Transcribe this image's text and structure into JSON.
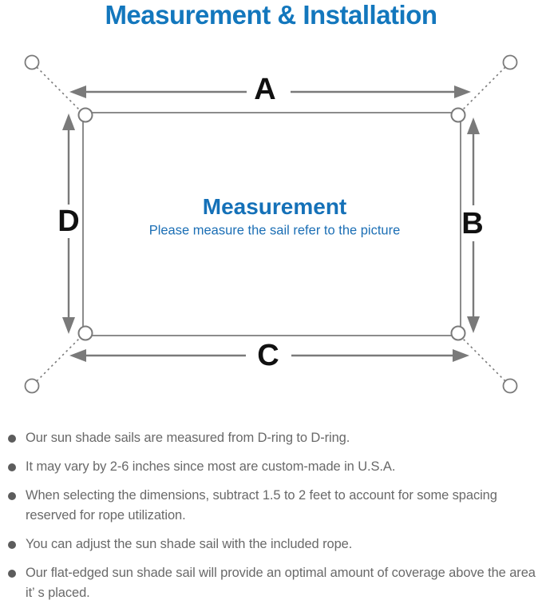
{
  "title": "Measurement & Installation",
  "diagram": {
    "labels": {
      "top": "A",
      "right": "B",
      "bottom": "C",
      "left": "D"
    },
    "center": {
      "heading": "Measurement",
      "subtext": "Please measure the sail refer to the picture"
    },
    "colors": {
      "title_blue": "#1377bd",
      "center_heading_blue": "#1571b8",
      "center_subtext_blue": "#1c6fb5",
      "line_gray": "#7a7a7a",
      "sail_border_gray": "#8c8c8c",
      "dimension_label_black": "#111111",
      "note_text_gray": "#696969"
    }
  },
  "notes": {
    "items": [
      {
        "text": "Our sun shade sails are measured from D-ring to D-ring."
      },
      {
        "text": "It may vary by 2-6 inches since most are custom-made in U.S.A."
      },
      {
        "text": "When selecting the dimensions, subtract 1.5 to 2 feet to account for some spacing reserved for rope utilization."
      },
      {
        "text": "You can adjust the sun shade sail with the included rope."
      },
      {
        "text": "Our flat-edged sun shade sail will provide an optimal amount of coverage above the area it’ s placed."
      }
    ]
  }
}
